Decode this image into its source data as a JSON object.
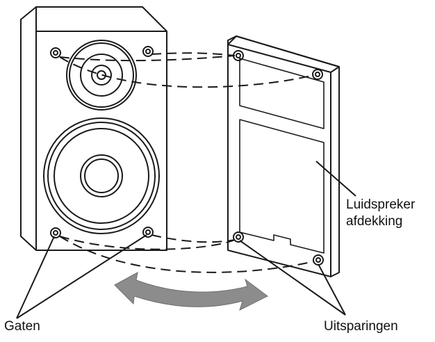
{
  "labels": {
    "cover_line1": "Luidspreker",
    "cover_line2": "afdekking",
    "holes": "Gaten",
    "recesses": "Uitsparingen"
  },
  "colors": {
    "line": "#1a1a1a",
    "arrow": "#8c8c8c",
    "background": "#ffffff"
  },
  "icons": {
    "rotation_arrow": "double-headed-curved-arrow"
  }
}
